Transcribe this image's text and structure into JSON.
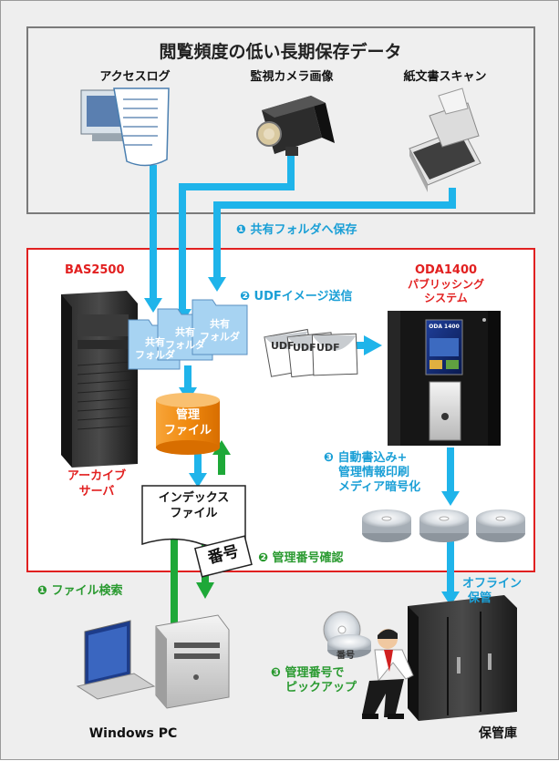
{
  "sources": {
    "title": "閲覧頻度の低い長期保存データ",
    "items": [
      "アクセスログ",
      "監視カメラ画像",
      "紙文書スキャン"
    ]
  },
  "system": {
    "bas_label": "BAS2500",
    "oda_label_1": "ODA1400",
    "oda_label_2": "パブリッシング",
    "oda_label_3": "システム",
    "oda_screen_label": "ODA 1400"
  },
  "steps": {
    "save_shared": "❶ 共有フォルダへ保存",
    "udf_send": "❷ UDFイメージ送信",
    "auto_write_1": "❸ 自動書込み+",
    "auto_write_2": "管理情報印刷",
    "auto_write_3": "メディア暗号化",
    "file_search": "❶ ファイル検索",
    "check_number": "❷ 管理番号確認",
    "pickup_1": "❸ 管理番号で",
    "pickup_2": "ピックアップ"
  },
  "labels": {
    "shared_folder_1": "共有",
    "shared_folder_2": "フォルダ",
    "mgmt_file_1": "管理",
    "mgmt_file_2": "ファイル",
    "index_file_1": "インデックス",
    "index_file_2": "ファイル",
    "archive_server_1": "アーカイブ",
    "archive_server_2": "サーバ",
    "number_tag": "番号",
    "disc_number": "番号",
    "udf": "UDF",
    "offline_1": "オフライン",
    "offline_2": "保管",
    "windows_pc": "Windows PC",
    "storage": "保管庫"
  },
  "colors": {
    "arrow_blue": "#1fb4ea",
    "arrow_green": "#1ea838",
    "frame_red": "#e02020",
    "folder_blue": "#a7d3f2",
    "db_orange": "#f08a10"
  }
}
